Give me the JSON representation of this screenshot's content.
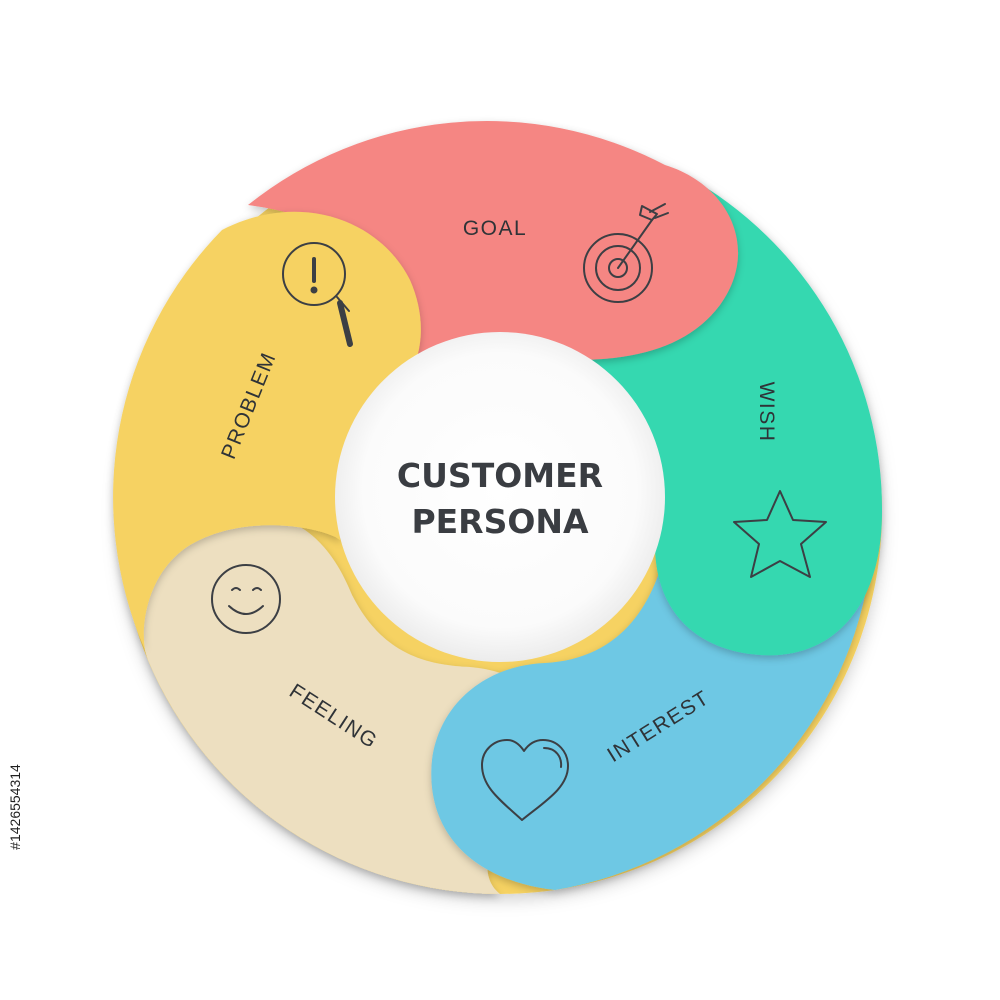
{
  "diagram": {
    "center": {
      "line1": "CUSTOMER",
      "line2": "PERSONA"
    },
    "segments": [
      {
        "label": "GOAL",
        "icon": "target-arrow-icon",
        "color": "#f58683"
      },
      {
        "label": "WISH",
        "icon": "star-icon",
        "color": "#36d8b0"
      },
      {
        "label": "INTEREST",
        "icon": "heart-icon",
        "color": "#6ec8e4"
      },
      {
        "label": "FEELING",
        "icon": "smile-face-icon",
        "color": "#eddfc0"
      },
      {
        "label": "PROBLEM",
        "icon": "search-alert-icon",
        "color": "#f6d262"
      }
    ]
  },
  "watermark": {
    "stock_id": "#1426554314"
  }
}
